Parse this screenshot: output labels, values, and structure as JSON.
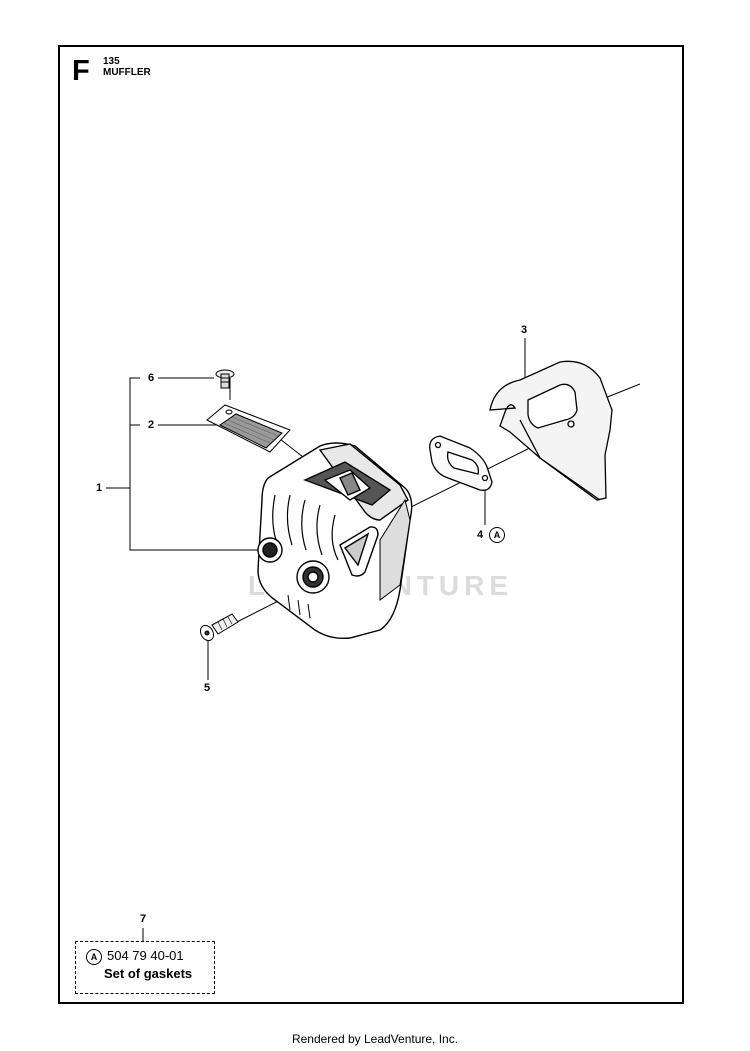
{
  "header": {
    "section_letter": "F",
    "model_number": "135",
    "section_title": "MUFFLER"
  },
  "callouts": {
    "c1": "1",
    "c2": "2",
    "c3": "3",
    "c4": "4",
    "c5": "5",
    "c6": "6",
    "c7": "7",
    "kit_marker": "A"
  },
  "kit": {
    "marker": "A",
    "part_number": "504 79 40-01",
    "description": "Set of gaskets"
  },
  "watermark": "LEADVENTURE",
  "footer": "Rendered by LeadVenture, Inc."
}
